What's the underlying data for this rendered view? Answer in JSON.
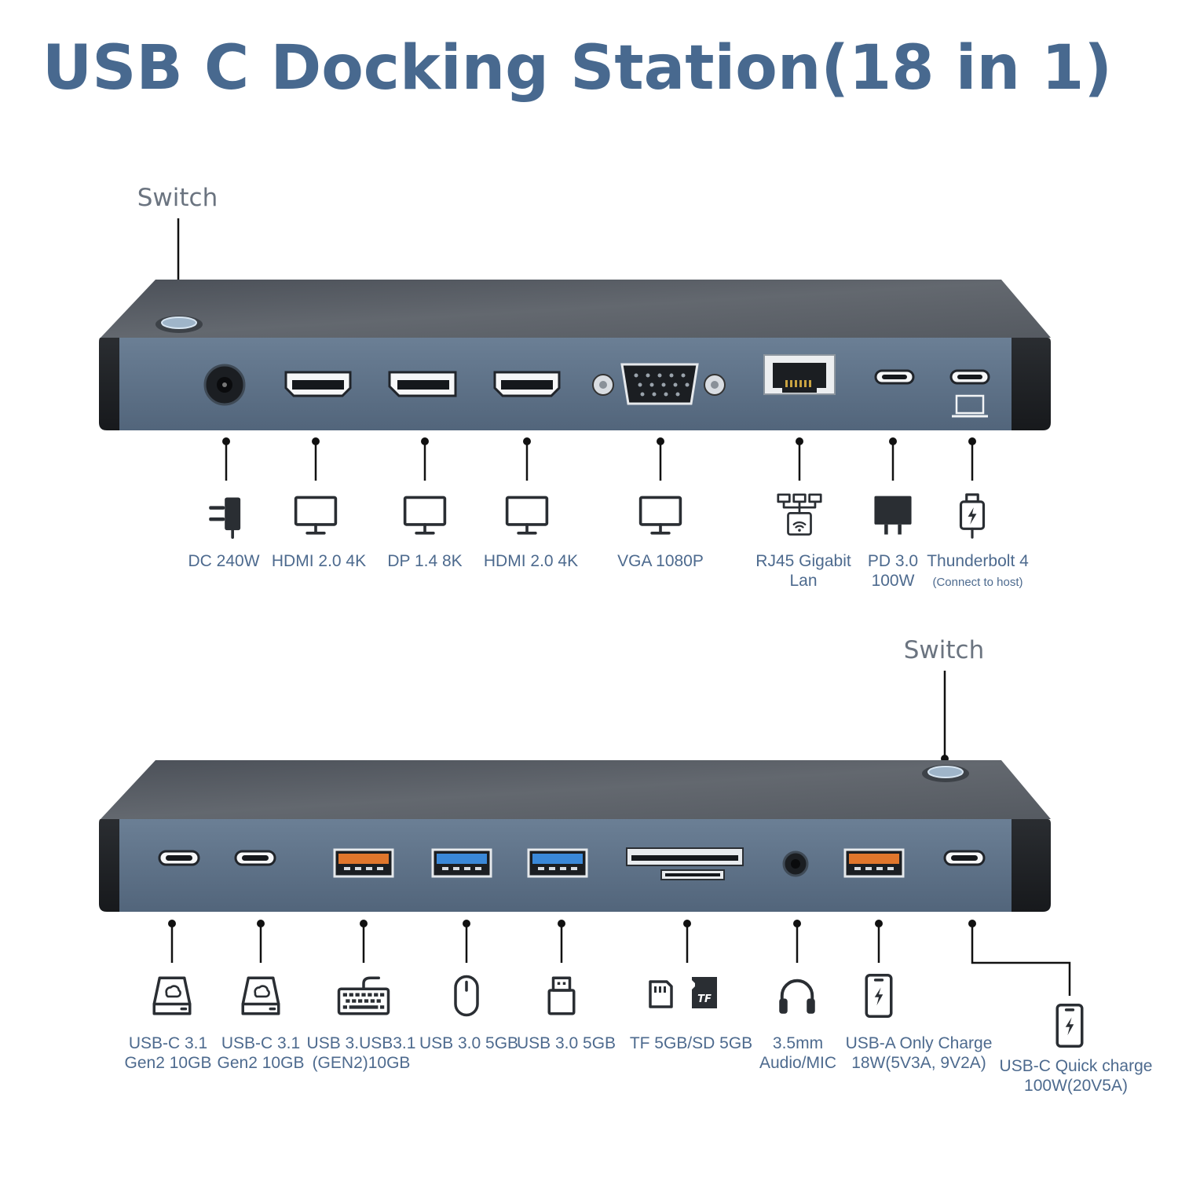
{
  "title": "USB C Docking Station(18 in 1)",
  "colors": {
    "title": "#48698f",
    "label": "#4d6a8e",
    "body": "#5b6e82",
    "top": "#565b62",
    "orange": "#e0762c",
    "blue": "#3a88d8"
  },
  "rear": {
    "switch_label": "Switch",
    "ports": [
      {
        "icon": "power-adapter-icon",
        "label": "DC 240W"
      },
      {
        "icon": "monitor-icon",
        "label": "HDMI 2.0 4K"
      },
      {
        "icon": "monitor-icon",
        "label": "DP 1.4 8K"
      },
      {
        "icon": "monitor-icon",
        "label": "HDMI 2.0 4K"
      },
      {
        "icon": "monitor-icon",
        "label": "VGA 1080P"
      },
      {
        "icon": "network-icon",
        "label": "RJ45 Gigabit",
        "label2": "Lan"
      },
      {
        "icon": "charger-icon",
        "label": "PD 3.0",
        "label2": "100W"
      },
      {
        "icon": "usb-cable-icon",
        "label": "Thunderbolt 4",
        "note": "(Connect to host)"
      }
    ]
  },
  "front": {
    "switch_label": "Switch",
    "ports": [
      {
        "icon": "external-drive-icon",
        "label": "USB-C 3.1",
        "label2": "Gen2 10GB"
      },
      {
        "icon": "external-drive-icon",
        "label": "USB-C 3.1",
        "label2": "Gen2 10GB"
      },
      {
        "icon": "keyboard-icon",
        "label": "USB 3.USB3.1",
        "label2": "(GEN2)10GB"
      },
      {
        "icon": "mouse-icon",
        "label": "USB 3.0 5GB"
      },
      {
        "icon": "usb-stick-icon",
        "label": "USB 3.0 5GB"
      },
      {
        "icon": "sd-card-icon",
        "label": "TF 5GB/SD 5GB",
        "tf_text": "TF"
      },
      {
        "icon": "headphones-icon",
        "label": "3.5mm",
        "label2": "Audio/MIC"
      },
      {
        "icon": "phone-charge-icon",
        "label": "USB-A Only Charge",
        "label2": "18W(5V3A, 9V2A)"
      },
      {
        "icon": "phone-charge-icon",
        "label": "USB-C Quick charge",
        "label2": "100W(20V5A)"
      }
    ]
  }
}
